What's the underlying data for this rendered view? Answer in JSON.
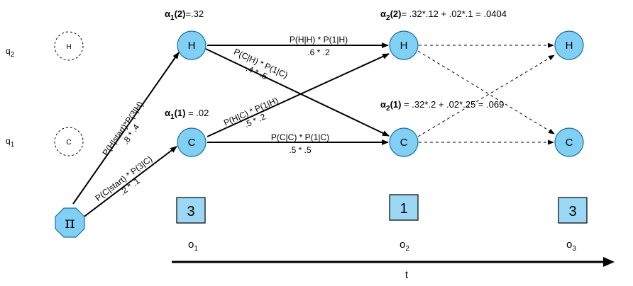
{
  "states": {
    "q2_label": "q",
    "q2_sub": "2",
    "q1_label": "q",
    "q1_sub": "1",
    "h": "H",
    "c": "C",
    "pi": "π"
  },
  "alphas": {
    "a12": {
      "sym": "α",
      "sub": "1",
      "arg": "(2)",
      "value": "=.32"
    },
    "a11": {
      "sym": "α",
      "sub": "1",
      "arg": "(1)",
      "value": " = .02"
    },
    "a22": {
      "sym": "α",
      "sub": "2",
      "arg": "(2)",
      "value": "= .32*.12 + .02*.1 = .0404"
    },
    "a21": {
      "sym": "α",
      "sub": "2",
      "arg": "(1)",
      "value": " = .32*.2 + .02*.25 = .069"
    }
  },
  "edges": {
    "pi_h": {
      "top": "P(H|start)*P(3|H)",
      "bottom": ".8 * .4"
    },
    "pi_c": {
      "top": "P(C|start) * P(3|C)",
      "bottom": ".2 * .1"
    },
    "h_h": {
      "top": "P(H|H) * P(1|H)",
      "bottom": ".6 * .2"
    },
    "h_c": {
      "top": "P(C|H) * P(1|C)",
      "bottom": ".4 * .5"
    },
    "c_h": {
      "top": "P(H|C) * P(1|H)",
      "bottom": ".5 * .2"
    },
    "c_c": {
      "top": "P(C|C) * P(1|C)",
      "bottom": ".5 * .5"
    }
  },
  "observations": [
    {
      "value": "3",
      "label": "o",
      "sub": "1"
    },
    {
      "value": "1",
      "label": "o",
      "sub": "2"
    },
    {
      "value": "3",
      "label": "o",
      "sub": "3"
    }
  ],
  "axis": {
    "label": "t"
  }
}
